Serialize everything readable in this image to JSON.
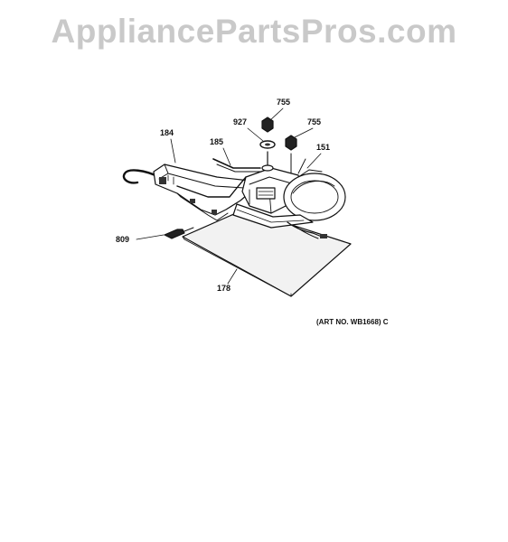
{
  "watermark": {
    "text": "AppliancePartsPros.com"
  },
  "diagram": {
    "callouts": [
      {
        "id": "p755a",
        "label": "755"
      },
      {
        "id": "p927",
        "label": "927"
      },
      {
        "id": "p755b",
        "label": "755"
      },
      {
        "id": "p184",
        "label": "184"
      },
      {
        "id": "p185",
        "label": "185"
      },
      {
        "id": "p151",
        "label": "151"
      },
      {
        "id": "p809",
        "label": "809"
      },
      {
        "id": "p178",
        "label": "178"
      }
    ],
    "art_number": "(ART NO. WB1668) C"
  },
  "colors": {
    "ink": "#111111",
    "watermark": "#c9c9c9",
    "shading": "#555555"
  }
}
